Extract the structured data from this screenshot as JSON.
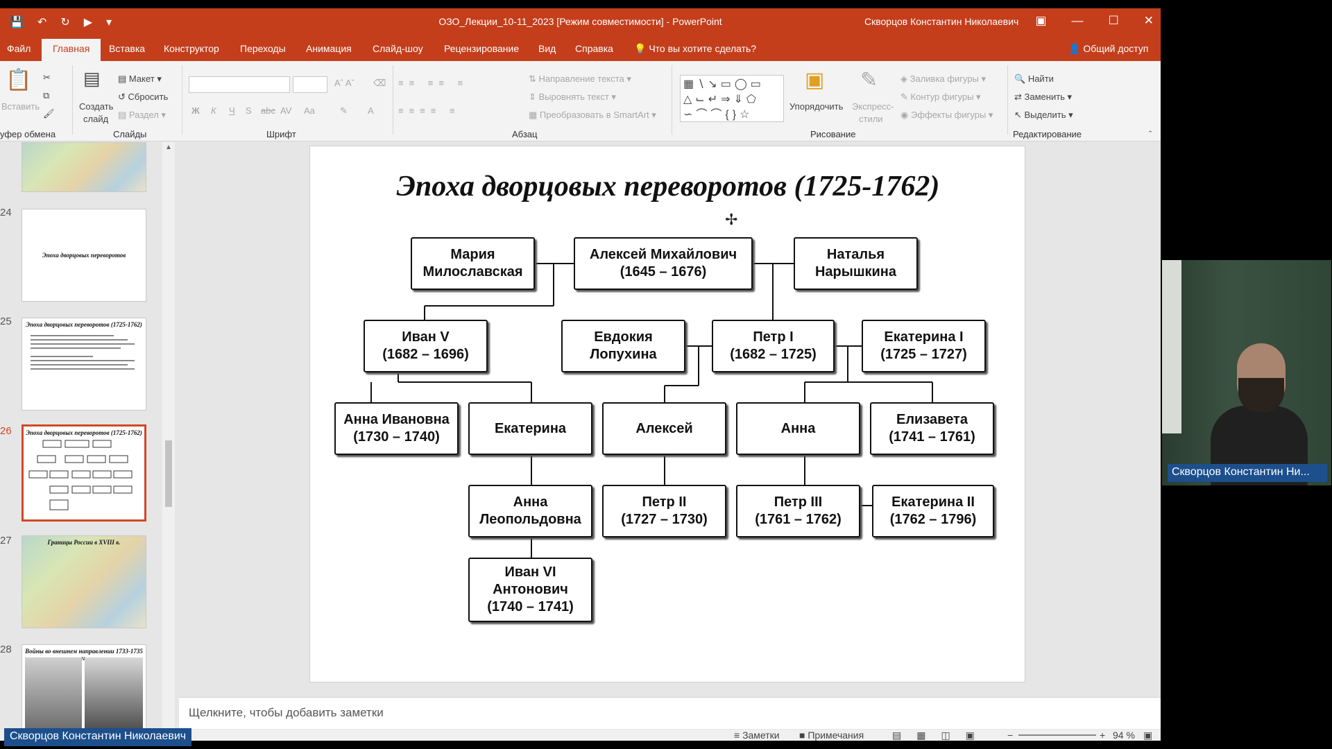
{
  "window": {
    "title": "ОЗО_Лекции_10-11_2023 [Режим совместимости]  -  PowerPoint",
    "user": "Скворцов Константин Николаевич"
  },
  "tabs": [
    "Файл",
    "Главная",
    "Вставка",
    "Конструктор",
    "Переходы",
    "Анимация",
    "Слайд-шоу",
    "Рецензирование",
    "Вид",
    "Справка"
  ],
  "tell_me": "Что вы хотите сделать?",
  "share": "Общий доступ",
  "ribbon": {
    "clipboard": {
      "paste": "Вставить",
      "label": "уфер обмена"
    },
    "slides": {
      "new_slide_1": "Создать",
      "new_slide_2": "слайд",
      "layout": "Макет",
      "reset": "Сбросить",
      "section": "Раздел",
      "label": "Слайды"
    },
    "font": {
      "label": "Шрифт",
      "bold": "Ж",
      "italic": "К",
      "underline": "Ч",
      "strike": "S",
      "shadow": "abc",
      "spacing": "AV",
      "case": "Aa",
      "color": "A"
    },
    "paragraph": {
      "label": "Абзац",
      "text_direction": "Направление текста",
      "align_text": "Выровнять текст",
      "smartart": "Преобразовать в SmartArt"
    },
    "drawing": {
      "label": "Рисование",
      "arrange": "Упорядочить",
      "quick_styles_1": "Экспресс-",
      "quick_styles_2": "стили",
      "fill": "Заливка фигуры",
      "outline": "Контур фигуры",
      "effects": "Эффекты фигуры"
    },
    "editing": {
      "label": "Редактирование",
      "find": "Найти",
      "replace": "Заменить",
      "select": "Выделить"
    }
  },
  "thumbnails": [
    {
      "num": "",
      "kind": "map"
    },
    {
      "num": "24",
      "kind": "title",
      "title": "Эпоха дворцовых переворотов"
    },
    {
      "num": "25",
      "kind": "text",
      "title": "Эпоха дворцовых переворотов (1725-1762)"
    },
    {
      "num": "26",
      "kind": "tree",
      "title": "Эпоха дворцовых переворотов (1725-1762)",
      "selected": true
    },
    {
      "num": "27",
      "kind": "map",
      "title": "Границы России в XVIII в."
    },
    {
      "num": "28",
      "kind": "photo",
      "title": "Войны во внешнем направлении 1733-1735 гг."
    }
  ],
  "slide": {
    "title": "Эпоха дворцовых переворотов (1725-1762)",
    "nodes": {
      "maria": "Мария\nМилославская",
      "aleksei_m": "Алексей Михайлович\n(1645 – 1676)",
      "natalya": "Наталья\nНарышкина",
      "ivan5": "Иван V\n(1682 – 1696)",
      "evdokia": "Евдокия\nЛопухина",
      "petr1": "Петр I\n(1682 – 1725)",
      "ekaterina1": "Екатерина I\n(1725 – 1727)",
      "anna_i": "Анна Ивановна\n(1730 – 1740)",
      "ekaterina": "Екатерина",
      "aleksei": "Алексей",
      "anna": "Анна",
      "elizaveta": "Елизавета\n(1741 – 1761)",
      "anna_l": "Анна\nЛеопольдовна",
      "petr2": "Петр II\n(1727 – 1730)",
      "petr3": "Петр III\n(1761 – 1762)",
      "ekaterina2": "Екатерина II\n(1762 – 1796)",
      "ivan6": "Иван VI\nАнтонович\n(1740 – 1741)"
    }
  },
  "notes_placeholder": "Щелкните, чтобы добавить заметки",
  "status": {
    "notes": "Заметки",
    "comments": "Примечания",
    "zoom": "94 %"
  },
  "webcam": {
    "name": "Скворцов Константин Ни..."
  },
  "presenter_label": "Скворцов Константин Николаевич"
}
